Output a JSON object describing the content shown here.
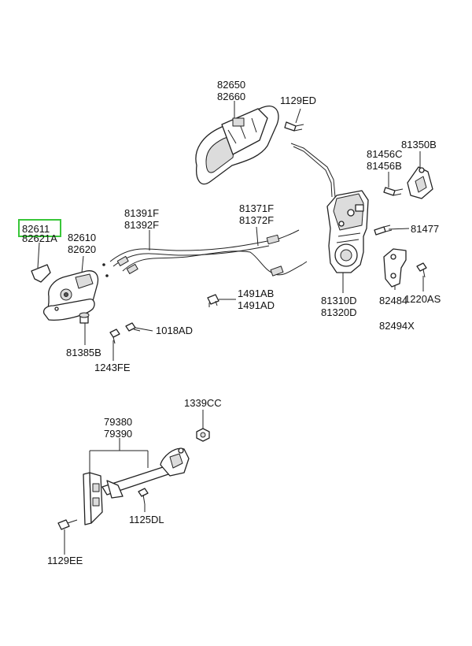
{
  "highlight_color": "#39c639",
  "labels": {
    "l_82650": "82650",
    "l_82660": "82660",
    "l_1129ED": "1129ED",
    "l_81456C": "81456C",
    "l_81456B": "81456B",
    "l_81350B": "81350B",
    "l_82611": "82611",
    "l_82621A": "82621A",
    "l_82610": "82610",
    "l_82620": "82620",
    "l_81391F": "81391F",
    "l_81392F": "81392F",
    "l_81371F": "81371F",
    "l_81372F": "81372F",
    "l_81477": "81477",
    "l_1491AB": "1491AB",
    "l_1491AD": "1491AD",
    "l_1018AD": "1018AD",
    "l_81385B": "81385B",
    "l_1243FE": "1243FE",
    "l_81310D": "81310D",
    "l_81320D": "81320D",
    "l_82484": "82484",
    "l_82494X": "82494X",
    "l_1220AS": "1220AS",
    "l_1339CC": "1339CC",
    "l_79380": "79380",
    "l_79390": "79390",
    "l_1125DL": "1125DL",
    "l_1129EE": "1129EE"
  }
}
